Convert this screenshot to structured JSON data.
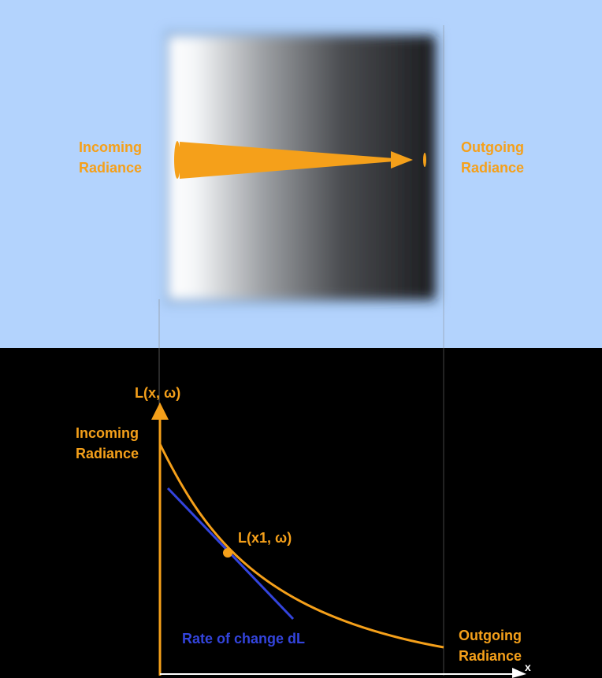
{
  "top": {
    "incoming": {
      "line1": "Incoming",
      "line2": "Radiance"
    },
    "outgoing": {
      "line1": "Outgoing",
      "line2": "Radiance"
    }
  },
  "bottom": {
    "y_axis_label": "L(x, ω)",
    "incoming": {
      "line1": "Incoming",
      "line2": "Radiance"
    },
    "outgoing": {
      "line1": "Outgoing",
      "line2": "Radiance"
    },
    "point_label": "L(x1, ω)",
    "tangent_label": "Rate of change dL",
    "x_axis_label": "x"
  },
  "colors": {
    "accent": "#f5a01a",
    "tangent": "#3344dd",
    "sky": "#b3d3fd",
    "dark": "#000000"
  },
  "icons": [
    "arrow-up-icon",
    "arrow-right-icon"
  ]
}
